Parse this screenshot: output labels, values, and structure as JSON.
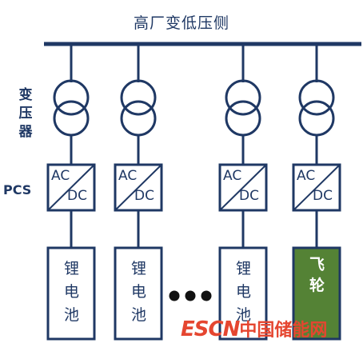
{
  "bus": {
    "label": "高厂变低压侧"
  },
  "side_labels": {
    "transformer": "变\n压\n器",
    "pcs": "PCS"
  },
  "converter": {
    "ac": "AC",
    "dc": "DC"
  },
  "units": [
    {
      "label": "锂\n电\n池",
      "kind": "battery"
    },
    {
      "label": "锂\n电\n池",
      "kind": "battery"
    },
    {
      "label": "锂\n电\n池",
      "kind": "battery"
    },
    {
      "label": "飞\n轮",
      "kind": "flywheel"
    }
  ],
  "ellipsis": "•••",
  "watermark": {
    "part1": "ESCN",
    "part2": "中国储能网"
  },
  "colors": {
    "line": "#1f3864",
    "flywheel_fill": "#548235",
    "watermark": "#e54630"
  }
}
